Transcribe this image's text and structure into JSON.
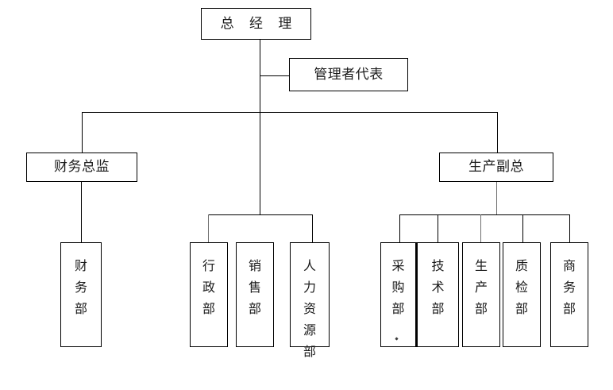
{
  "chart": {
    "title": "Company Organizational Chart",
    "type": "org-chart",
    "background_color": "#ffffff",
    "line_color": "#000000",
    "text_color": "#1a1a1a"
  },
  "nodes": {
    "general_manager": {
      "label": "总 经 理",
      "level": 1
    },
    "management_rep": {
      "label": "管理者代表",
      "level": 2
    },
    "finance_director": {
      "label": "财务总监",
      "level": 3
    },
    "production_vp": {
      "label": "生产副总",
      "level": 3
    },
    "finance_dept": {
      "label": "财务部",
      "level": 4
    },
    "admin_dept": {
      "label": "行政部",
      "level": 4
    },
    "sales_dept": {
      "label": "销售部",
      "level": 4
    },
    "hr_dept": {
      "label": "人力资源部",
      "level": 4
    },
    "purchasing_dept": {
      "label": "采购部",
      "level": 4
    },
    "technology_dept": {
      "label": "技术部",
      "level": 4
    },
    "production_dept": {
      "label": "生产部",
      "level": 4
    },
    "quality_dept": {
      "label": "质检部",
      "level": 4
    },
    "business_dept": {
      "label": "商务部",
      "level": 4
    }
  },
  "hierarchy": {
    "root": "总 经 理",
    "staff": [
      "管理者代表"
    ],
    "second_level": [
      "财务总监",
      "生产副总"
    ],
    "direct_departments": [
      "行政部",
      "销售部",
      "人力资源部"
    ],
    "finance_children": [
      "财务部"
    ],
    "production_children": [
      "采购部",
      "技术部",
      "生产部",
      "质检部",
      "商务部"
    ]
  }
}
